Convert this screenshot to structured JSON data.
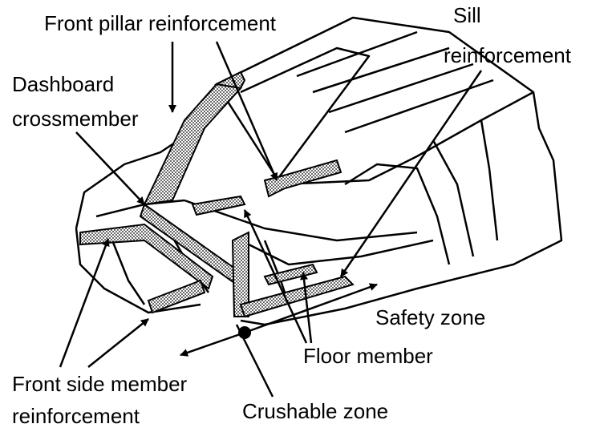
{
  "labels": {
    "front_pillar": "Front pillar reinforcement",
    "sill_line1": "Sill",
    "sill_line2": "reinforcement",
    "dashboard_line1": "Dashboard",
    "dashboard_line2": "crossmember",
    "safety_zone": "Safety zone",
    "floor_member": "Floor member",
    "front_side_line1": "Front side member",
    "front_side_line2": "reinforcement",
    "crushable_zone": "Crushable zone"
  },
  "colors": {
    "line": "#000000",
    "background": "#ffffff",
    "reinforcement_fill": "#bdbdbd"
  }
}
